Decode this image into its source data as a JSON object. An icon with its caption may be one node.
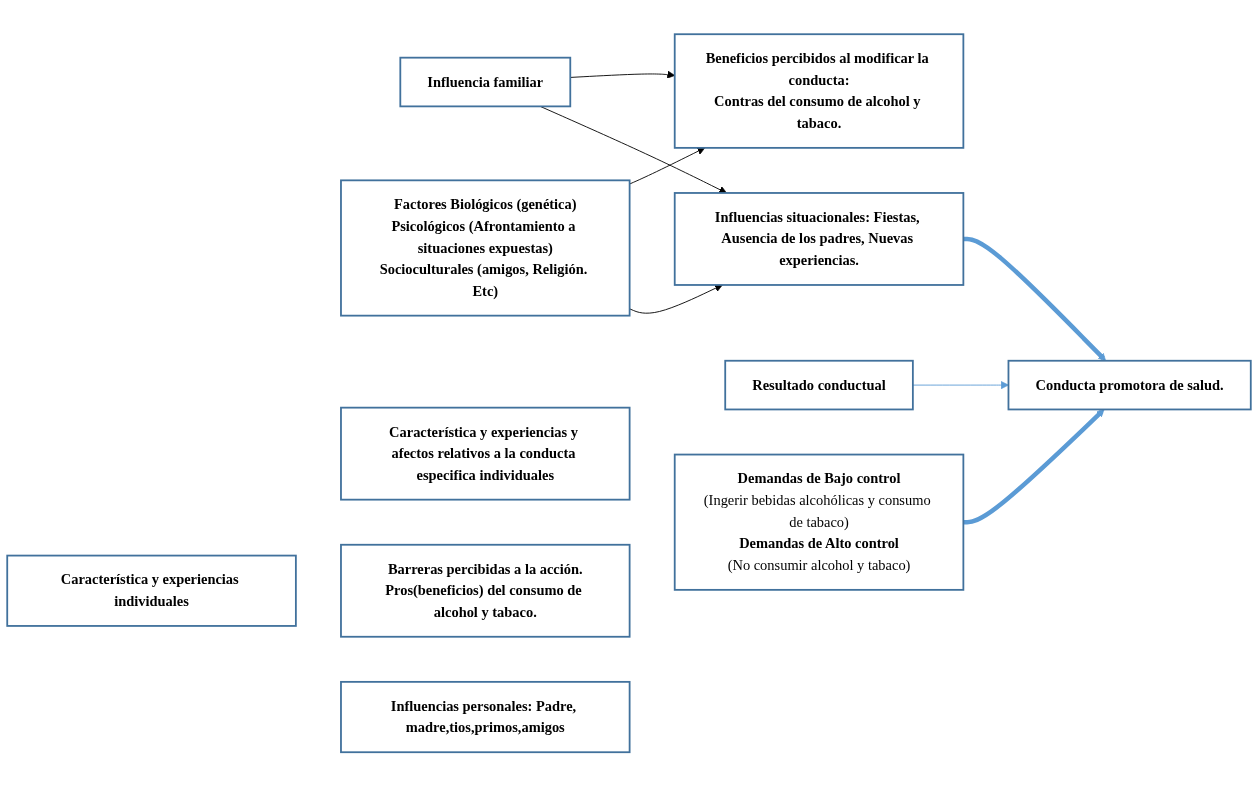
{
  "diagram": {
    "nodes": [
      {
        "text": [
          "Característica y experiencias individuales"
        ]
      },
      {
        "text": [
          "Influencia familiar"
        ]
      },
      {
        "text": [
          "Factores Biológicos (genética)",
          "Psicológicos (Afrontamiento a situaciones expuestas)",
          "Socioculturales (amigos, Religión. Etc)"
        ]
      },
      {
        "text": [
          "Característica y experiencias y afectos relativos a la conducta especifica individuales"
        ]
      },
      {
        "text": [
          "Beneficios percibidos al modificar la conducta:",
          "Contras del consumo de alcohol y tabaco."
        ]
      },
      {
        "text": [
          "Barreras percibidas a la acción.",
          "Pros(beneficios) del consumo de alcohol y tabaco."
        ]
      },
      {
        "text": [
          "Influencias personales: Padre, madre,tios,primos,amigos"
        ]
      },
      {
        "text": [
          "Influencias situacionales: Fiestas, Ausencia de los padres, Nuevas experiencias."
        ]
      },
      {
        "text": [
          "Resultado conductual"
        ]
      },
      {
        "text": [
          "Demandas de Bajo control",
          "(Ingerir bebidas alcohólicas y consumo de tabaco)",
          "Demandas de Alto control",
          "(No consumir alcohol y tabaco)"
        ]
      },
      {
        "text": [
          "Conducta promotora de salud."
        ]
      }
    ],
    "edges": [
      {
        "from": 1,
        "to": 4,
        "arrow": "to"
      },
      {
        "from": 1,
        "to": 7,
        "arrow": "to"
      },
      {
        "from": 2,
        "to": 4,
        "arrow": "to"
      },
      {
        "from": 2,
        "to": 7,
        "arrow": "to"
      },
      {
        "from": 9,
        "to": 10,
        "arrow": "to",
        "style": "thick",
        "color": "#5b9bd5"
      },
      {
        "from": 7,
        "to": 10,
        "arrow": "to",
        "style": "thick",
        "color": "#5b9bd5"
      },
      {
        "from": 8,
        "to": 10,
        "arrow": "to",
        "color": "#5b9bd5"
      }
    ]
  }
}
